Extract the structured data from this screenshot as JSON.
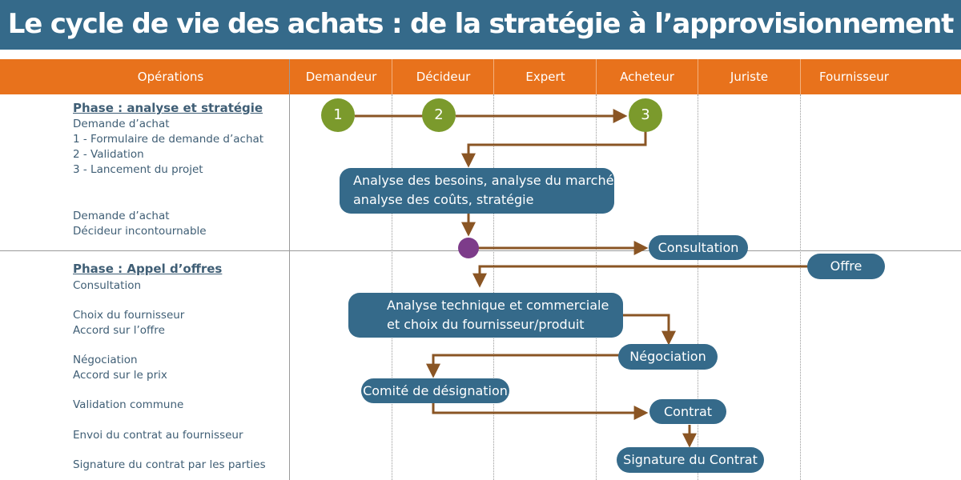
{
  "title": "Le cycle de vie des achats : de la stratégie à l’approvisionnement",
  "colors": {
    "title_bg": "#356a8a",
    "header_bg": "#e8721c",
    "box_bg": "#356a8a",
    "step_circle": "#7b9a2c",
    "decision_dot": "#7d3c8a",
    "arrow": "#8a5524",
    "text": "#3f5e75"
  },
  "header": {
    "operations": "Opérations",
    "columns": [
      "Demandeur",
      "Décideur",
      "Expert",
      "Acheteur",
      "Juriste",
      "Fournisseur"
    ]
  },
  "phase1": {
    "title": "Phase : analyse et stratégie",
    "lines": [
      "Demande d’achat",
      "1  - Formulaire de demande d’achat",
      "2 - Validation",
      "3 - Lancement du projet"
    ],
    "lines2": [
      "Demande d’achat",
      "Décideur incontournable"
    ]
  },
  "phase2": {
    "title": "Phase : Appel d’offres",
    "lines": [
      "Consultation",
      "Choix du fournisseur",
      "Accord sur l’offre",
      "Négociation",
      "Accord sur le prix",
      "Validation commune",
      "Envoi du contrat au fournisseur",
      "Signature du contrat par les parties"
    ]
  },
  "steps": [
    "1",
    "2",
    "3"
  ],
  "boxes": {
    "analysis_line1": "Analyse des besoins, analyse du marché,",
    "analysis_line2": "analyse des coûts, stratégie",
    "consultation": "Consultation",
    "offre": "Offre",
    "tech_line1": "Analyse technique et commerciale",
    "tech_line2": "et choix du fournisseur/produit",
    "negociation": "Négociation",
    "comite": "Comité de désignation",
    "contrat": "Contrat",
    "signature": "Signature du Contrat"
  }
}
